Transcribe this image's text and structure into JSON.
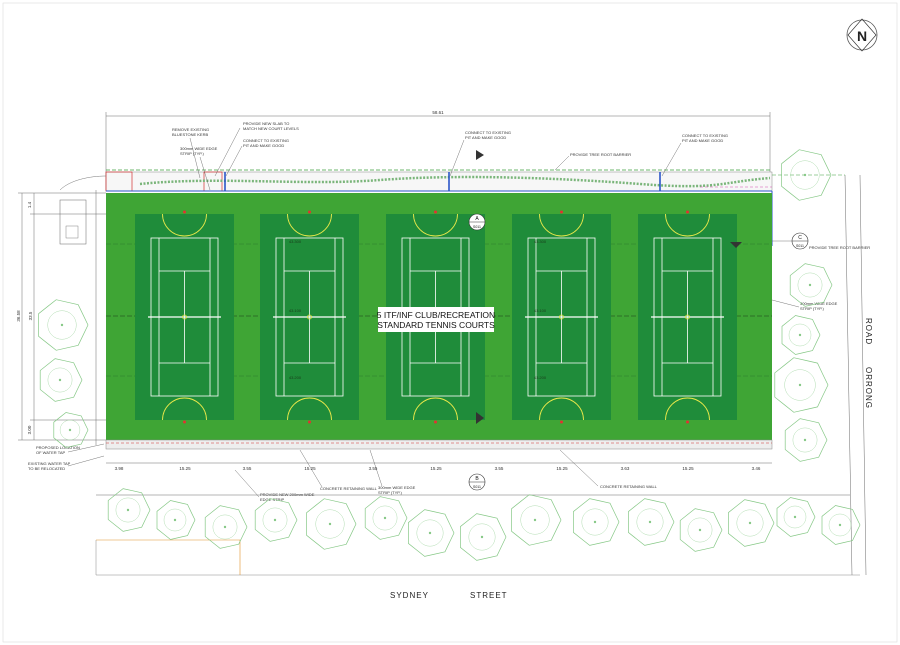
{
  "north": "N",
  "title_lines": [
    "5 ITF/INF CLUB/RECREATION",
    "STANDARD TENNIS COURTS"
  ],
  "streets": {
    "sydney": "SYDNEY",
    "street": "STREET",
    "orrong": "ORRONG",
    "road": "ROAD"
  },
  "overall_width": "58.61",
  "left_dims": [
    "1.4",
    "36.58",
    "33.5",
    "3.00"
  ],
  "bottom_dims": [
    "3.98",
    "15.25",
    "3.55",
    "15.25",
    "3.55",
    "15.25",
    "3.55",
    "15.25",
    "3.63",
    "15.25",
    "3.46"
  ],
  "court_lines": {
    "top": "43.300",
    "centre": "43.100",
    "bottom": "43.200"
  },
  "section_markers": [
    {
      "letter": "A",
      "ref": "S011"
    },
    {
      "letter": "B",
      "ref": "S011"
    },
    {
      "letter": "C",
      "ref": "S011"
    }
  ],
  "annotations": {
    "remove_kerb": [
      "REMOVE EXISTING",
      "BLUESTONE KERB"
    ],
    "new_slab": [
      "PROVIDE NEW SLAB TO",
      "MATCH NEW COURT LEVELS"
    ],
    "edge_strip_left": [
      "300mm WIDE EDGE",
      "STRIP (TYP.)"
    ],
    "connect_pit_1": [
      "CONNECT TO EXISTING",
      "PIT AND MAKE GOOD"
    ],
    "connect_pit_2": [
      "CONNECT TO EXISTING",
      "PIT AND MAKE GOOD"
    ],
    "connect_pit_3": [
      "CONNECT TO EXISTING",
      "PIT AND MAKE GOOD"
    ],
    "tree_barrier_top": "PROVIDE TREE ROOT BARRIER",
    "tree_barrier_right": "PROVIDE TREE ROOT BARRIER",
    "edge_strip_right": [
      "300mm WIDE EDGE",
      "STRIP (TYP.)"
    ],
    "water_tap_new": [
      "PROPOSED LOCATION",
      "OF WATER TAP"
    ],
    "water_tap_existing": [
      "EXISTING WATER TAP",
      "TO BE RELOCATED"
    ],
    "new_vicc": [
      "PROVIDE NEW 200mm WIDE",
      "EDGE STRIP"
    ],
    "retaining_1": "CONCRETE RETAINING WALL",
    "edge_strip_bottom": [
      "300mm WIDE EDGE",
      "STRIP (TYP.)"
    ],
    "retaining_2": "CONCRETE RETAINING WALL"
  },
  "colors": {
    "surround": "#3fa535",
    "court": "#1f8c3a",
    "lines": "#ffffff",
    "service_arc": "#e8e84a",
    "tree": "#86c886"
  }
}
